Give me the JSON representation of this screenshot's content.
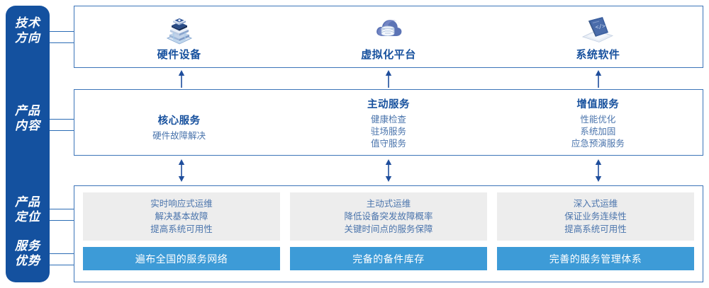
{
  "rail": {
    "labels": [
      {
        "name": "tech-direction",
        "text": "技术\n方向"
      },
      {
        "name": "product-content",
        "text": "产品\n内容"
      },
      {
        "name": "product-position",
        "text": "产品\n定位"
      },
      {
        "name": "service-advantage",
        "text": "服务\n优势"
      }
    ]
  },
  "tech": {
    "items": [
      {
        "icon": "server-stack-icon",
        "label": "硬件设备"
      },
      {
        "icon": "cloud-database-icon",
        "label": "虚拟化平台"
      },
      {
        "icon": "laptop-code-icon",
        "label": "系统软件"
      }
    ]
  },
  "content": {
    "items": [
      {
        "title": "核心服务",
        "lines": [
          "硬件故障解决"
        ]
      },
      {
        "title": "主动服务",
        "lines": [
          "健康检查",
          "驻场服务",
          "值守服务"
        ]
      },
      {
        "title": "增值服务",
        "lines": [
          "性能优化",
          "系统加固",
          "应急预演服务"
        ]
      }
    ]
  },
  "positioning": {
    "boxes": [
      {
        "lines": [
          "实时响应式运维",
          "解决基本故障",
          "提高系统可用性"
        ]
      },
      {
        "lines": [
          "主动式运维",
          "降低设备突发故障概率",
          "关键时间点的服务保障"
        ]
      },
      {
        "lines": [
          "深入式运维",
          "保证业务连续性",
          "提高系统可用性"
        ]
      }
    ]
  },
  "advantages": {
    "bars": [
      "遍布全国的服务网络",
      "完备的备件库存",
      "完善的服务管理体系"
    ]
  },
  "colors": {
    "rail": "#14519F",
    "panel_border": "#3C74B8",
    "title_blue": "#17519E",
    "body_blue": "#4A74AC",
    "grey_box": "#EDEDED",
    "bar_blue": "#3D9BD7",
    "arrow": "#1F4E9C"
  }
}
